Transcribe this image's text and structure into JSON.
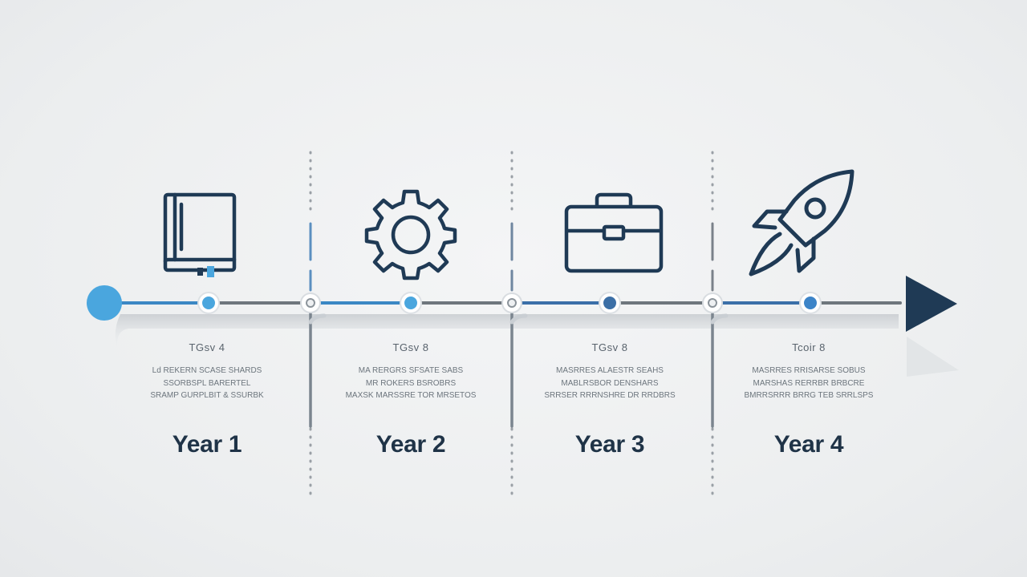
{
  "colors": {
    "navy": "#1f3a55",
    "accent_blue": "#4aa6de",
    "mid_blue": "#3c78b4",
    "track_gray": "#6e767d",
    "divider_gray": "#8a9096",
    "background": "#eceeef"
  },
  "phases": [
    {
      "icon": "book-icon",
      "title": "TGsv 4",
      "lines": [
        "Ld REKERN SCASE SHARDS",
        "SSORBSPL BARERTEL",
        "SRAMP GURPLBIT & SSURBK"
      ],
      "year": "Year 1"
    },
    {
      "icon": "gear-icon",
      "title": "TGsv 8",
      "lines": [
        "MA RERGRS SFSATE SABS",
        "MR ROKERS BSROBRS",
        "MAXSK MARSSRE TOR MRSETOS"
      ],
      "year": "Year 2"
    },
    {
      "icon": "briefcase-icon",
      "title": "TGsv 8",
      "lines": [
        "MASRRES ALAESTR SEAHS",
        "MABLRSBOR DENSHARS",
        "SRRSER RRRNSHRE DR RRDBRS"
      ],
      "year": "Year 3"
    },
    {
      "icon": "rocket-icon",
      "title": "Tcoir 8",
      "lines": [
        "MASRRES RRISARSE SOBUS",
        "MARSHAS RERRBR BRBCRE",
        "BMRRSRRR BRRG TEB SRRLSPS"
      ],
      "year": "Year 4"
    }
  ]
}
